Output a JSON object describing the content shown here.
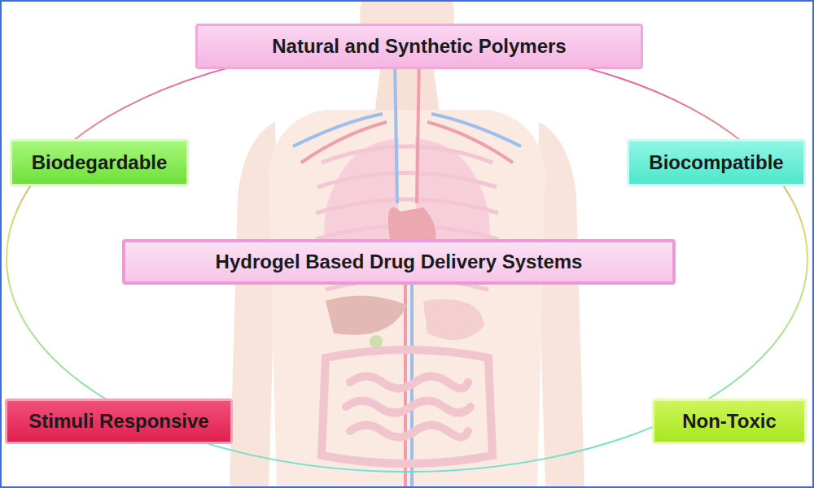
{
  "diagram": {
    "nodes": [
      {
        "text": [
          "Natural and Synthetic Polymers"
        ]
      },
      {
        "text": [
          "Biodegardable"
        ]
      },
      {
        "text": [
          "Biocompatible"
        ]
      },
      {
        "text": [
          "Hydrogel Based Drug Delivery Systems"
        ]
      },
      {
        "text": [
          "Stimuli Responsive"
        ]
      },
      {
        "text": [
          "Non-Toxic"
        ]
      }
    ]
  }
}
